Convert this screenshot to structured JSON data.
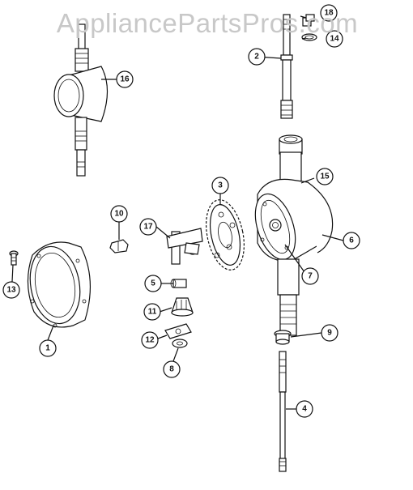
{
  "watermark": "AppliancePartsPros.com",
  "callouts": [
    {
      "id": "c1",
      "label": "1"
    },
    {
      "id": "c2",
      "label": "2"
    },
    {
      "id": "c3",
      "label": "3"
    },
    {
      "id": "c4",
      "label": "4"
    },
    {
      "id": "c5",
      "label": "5"
    },
    {
      "id": "c6",
      "label": "6"
    },
    {
      "id": "c7",
      "label": "7"
    },
    {
      "id": "c8",
      "label": "8"
    },
    {
      "id": "c9",
      "label": "9"
    },
    {
      "id": "c10",
      "label": "10"
    },
    {
      "id": "c11",
      "label": "11"
    },
    {
      "id": "c12",
      "label": "12"
    },
    {
      "id": "c13",
      "label": "13"
    },
    {
      "id": "c14",
      "label": "14"
    },
    {
      "id": "c15",
      "label": "15"
    },
    {
      "id": "c16",
      "label": "16"
    },
    {
      "id": "c17",
      "label": "17"
    },
    {
      "id": "c18",
      "label": "18"
    }
  ]
}
